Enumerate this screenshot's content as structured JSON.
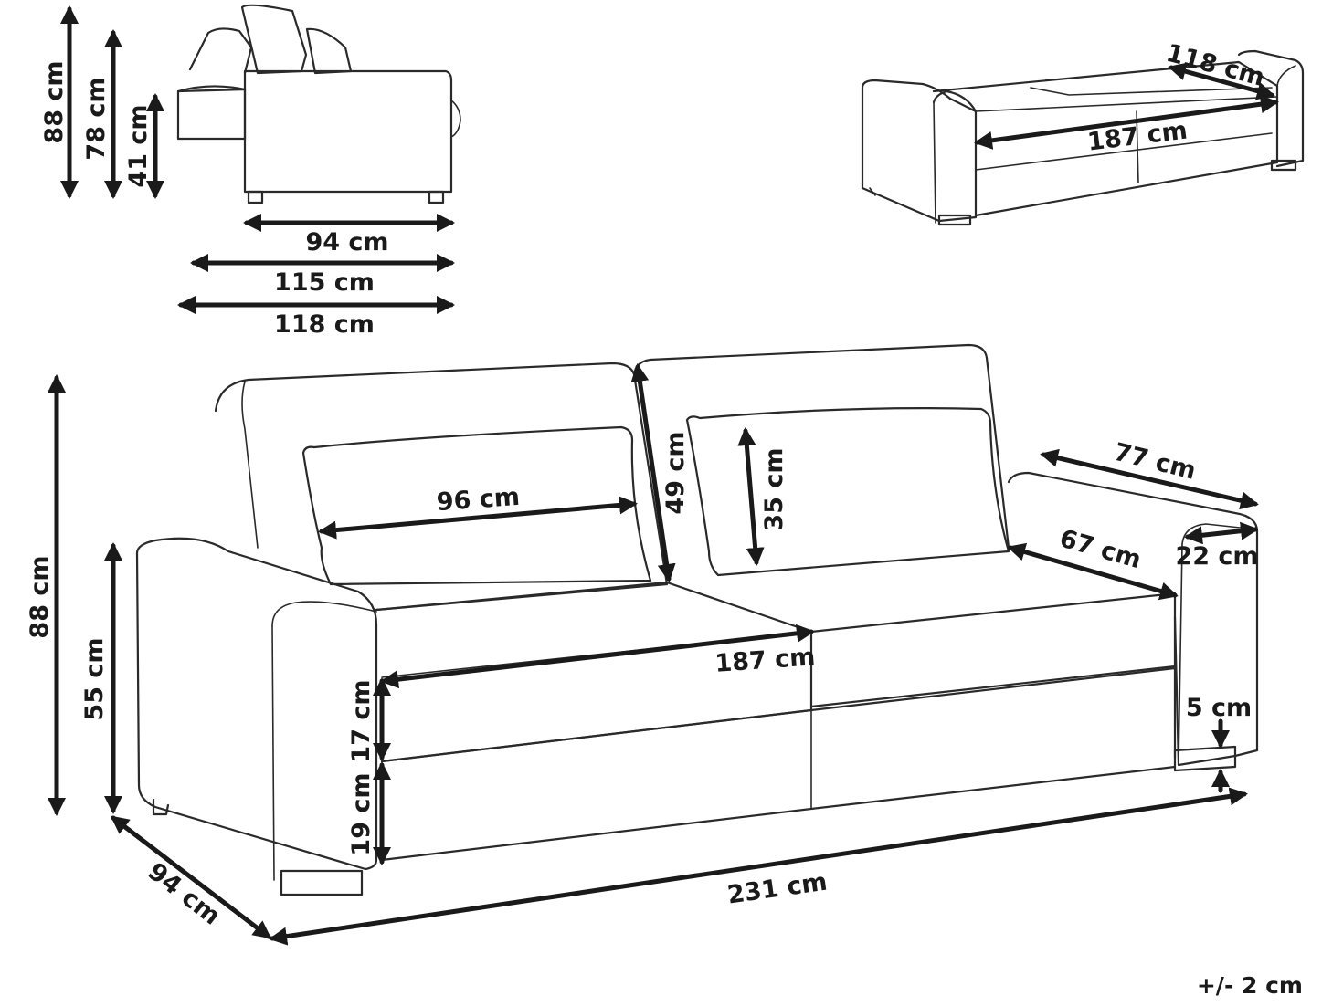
{
  "side_view": {
    "height_total": "88 cm",
    "height_back": "78 cm",
    "height_seat": "41 cm",
    "depth_body": "94 cm",
    "depth_open": "115 cm",
    "depth_full": "118 cm"
  },
  "bed_view": {
    "bed_width": "118 cm",
    "bed_length": "187 cm"
  },
  "front_view": {
    "height_total": "88 cm",
    "height_arm": "55 cm",
    "depth": "94 cm",
    "width_total": "231 cm",
    "cushion_width": "96 cm",
    "back_height": "49 cm",
    "cushion_height": "35 cm",
    "arm_depth": "77 cm",
    "seat_depth": "67 cm",
    "arm_width": "22 cm",
    "seat_width": "187 cm",
    "seat_cushion_height": "17 cm",
    "base_height": "19 cm",
    "leg_height": "5 cm"
  },
  "tolerance": "+/- 2 cm"
}
